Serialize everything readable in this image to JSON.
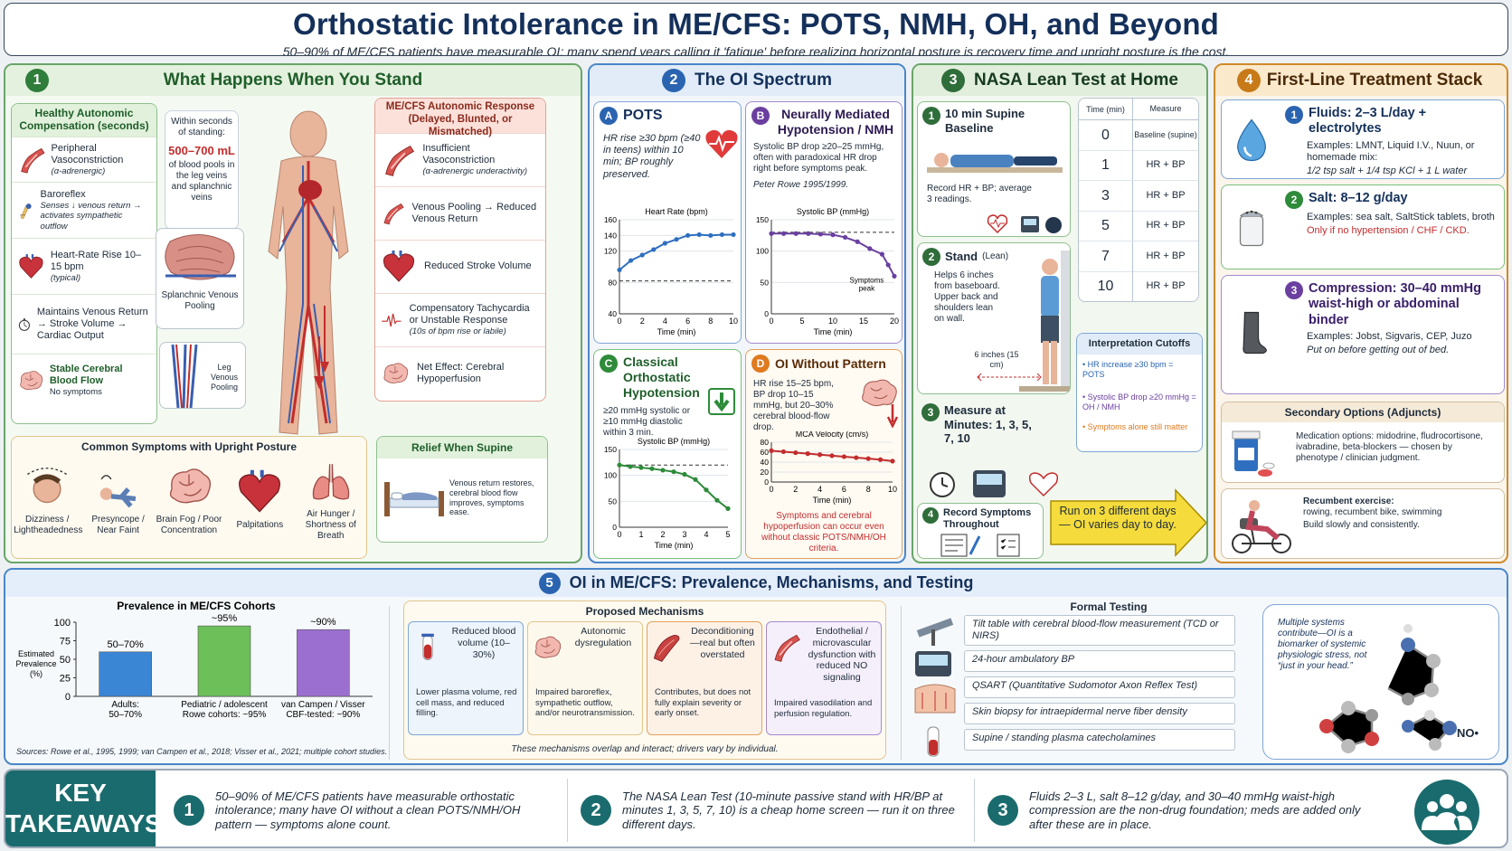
{
  "header": {
    "title": "Orthostatic Intolerance in ME/CFS: POTS, NMH, OH, and Beyond",
    "subtitle": "50–90% of ME/CFS patients have measurable OI; many spend years calling it 'fatigue' before realizing horizontal posture is recovery time and upright posture is the cost."
  },
  "p1": {
    "num": "1",
    "title": "What Happens When You Stand",
    "healthy_title": "Healthy Autonomic Compensation (seconds)",
    "healthy": [
      {
        "t": "Peripheral Vasoconstriction",
        "s": "(α-adrenergic)",
        "icon": "blood-vessel-icon"
      },
      {
        "t": "Baroreflex",
        "s": "Senses ↓ venous return → activates sympathetic outflow",
        "icon": "baroreceptor-icon"
      },
      {
        "t": "Heart-Rate Rise 10–15 bpm",
        "s": "(typical)",
        "icon": "heart-icon"
      },
      {
        "t": "Maintains Venous Return → Stroke Volume → Cardiac Output",
        "s": "",
        "icon": "stopwatch-icon"
      },
      {
        "t": "Stable Cerebral Blood Flow",
        "s": "No symptoms",
        "icon": "brain-icon"
      }
    ],
    "within_lead": "Within seconds of standing:",
    "within_amount": "500–700 mL",
    "within_rest": "of blood pools in the leg veins and splanchnic veins",
    "splanchnic": "Splanchnic Venous Pooling",
    "leg": "Leg Venous Pooling",
    "mecfs_title": "ME/CFS Autonomic Response (Delayed, Blunted, or Mismatched)",
    "mecfs": [
      {
        "t": "Insufficient Vasoconstriction",
        "s": "(α-adrenergic underactivity)",
        "icon": "constricted-vessel-icon"
      },
      {
        "t": "Venous Pooling → Reduced Venous Return",
        "s": "",
        "icon": "vein-icon"
      },
      {
        "t": "Reduced Stroke Volume",
        "s": "",
        "icon": "heart-icon"
      },
      {
        "t": "Compensatory Tachycardia or Unstable Response",
        "s": "(10s of bpm rise or labile)",
        "icon": "ecg-icon"
      },
      {
        "t": "Net Effect: Cerebral Hypoperfusion",
        "s": "",
        "icon": "brain-icon"
      }
    ],
    "symptoms_title": "Common Symptoms with Upright Posture",
    "symptoms": [
      {
        "t": "Dizziness / Lightheadedness",
        "icon": "dizzy-head-icon"
      },
      {
        "t": "Presyncope / Near Faint",
        "icon": "fainting-person-icon"
      },
      {
        "t": "Brain Fog / Poor Concentration",
        "icon": "brain-icon"
      },
      {
        "t": "Palpitations",
        "icon": "heart-icon"
      },
      {
        "t": "Air Hunger / Shortness of Breath",
        "icon": "lungs-icon"
      }
    ],
    "relief_title": "Relief When Supine",
    "relief_text": "Venous return restores, cerebral blood flow improves, symptoms ease."
  },
  "p2": {
    "num": "2",
    "title": "The OI Spectrum",
    "a": {
      "letter": "A",
      "title": "POTS",
      "text": "HR rise ≥30 bpm (≥40 in teens) within 10 min; BP roughly preserved."
    },
    "b": {
      "letter": "B",
      "title": "Neurally Mediated Hypotension / NMH",
      "text": "Systolic BP drop ≥20–25 mmHg, often with paradoxical HR drop right before symptoms peak.",
      "cite": "Peter Rowe 1995/1999."
    },
    "c": {
      "letter": "C",
      "title": "Classical Orthostatic Hypotension",
      "text": "≥20 mmHg systolic or ≥10 mmHg diastolic within 3 min."
    },
    "d": {
      "letter": "D",
      "title": "OI Without Pattern",
      "text": "HR rise 15–25 bpm, BP drop 10–15 mmHg, but 20–30% cerebral blood-flow drop.",
      "note": "Symptoms and cerebral hypoperfusion can occur even without classic POTS/NMH/OH criteria."
    }
  },
  "p3": {
    "num": "3",
    "title": "NASA Lean Test at Home",
    "steps": [
      {
        "n": "1",
        "t": "10 min Supine Baseline",
        "s": "Record HR + BP; average 3 readings."
      },
      {
        "n": "2",
        "t": "Stand",
        "tp": "(Lean)",
        "s": "Helps 6 inches from baseboard. Upper back and shoulders lean on wall.",
        "dist": "6 inches (15 cm)"
      },
      {
        "n": "3",
        "t": "Measure at Minutes: 1, 3, 5, 7, 10",
        "s": ""
      },
      {
        "n": "4",
        "t": "Record Symptoms Throughout",
        "s": ""
      }
    ],
    "table_head": [
      "Time (min)",
      "Measure"
    ],
    "table": [
      [
        "0",
        "Baseline (supine)"
      ],
      [
        "1",
        "HR + BP"
      ],
      [
        "3",
        "HR + BP"
      ],
      [
        "5",
        "HR + BP"
      ],
      [
        "7",
        "HR + BP"
      ],
      [
        "10",
        "HR + BP"
      ]
    ],
    "cut_title": "Interpretation Cutoffs",
    "cuts": [
      "HR increase ≥30 bpm = POTS",
      "Systolic BP drop ≥20 mmHg = OH / NMH",
      "Symptoms alone still matter"
    ],
    "arrow": "Run on 3 different days — OI varies day to day."
  },
  "p4": {
    "num": "4",
    "title": "First-Line Treatment Stack",
    "items": [
      {
        "n": "1",
        "t": "Fluids: 2–3 L/day + electrolytes",
        "s": "Examples: LMNT, Liquid I.V., Nuun, or homemade mix:",
        "s2": "1/2 tsp salt + 1/4 tsp KCl + 1 L water",
        "icon": "water-drop-icon"
      },
      {
        "n": "2",
        "t": "Salt: 8–12 g/day",
        "s": "Examples: sea salt, SaltStick tablets, broth",
        "s2": "Only if no hypertension / CHF / CKD.",
        "icon": "salt-shaker-icon"
      },
      {
        "n": "3",
        "t": "Compression: 30–40 mmHg waist-high or abdominal binder",
        "s": "Examples: Jobst, Sigvaris, CEP, Juzo",
        "s2": "Put on before getting out of bed.",
        "icon": "compression-stocking-icon"
      }
    ],
    "sec_title": "Secondary Options (Adjuncts)",
    "sec_text": "Medication options: midodrine, fludrocortisone, ivabradine, beta-blockers — chosen by phenotype / clinician judgment.",
    "ex_title": "Recumbent exercise:",
    "ex_text": "rowing, recumbent bike, swimming",
    "ex_text2": "Build slowly and consistently."
  },
  "p5": {
    "num": "5",
    "title": "OI in ME/CFS: Prevalence, Mechanisms, and Testing",
    "mech_title": "Proposed Mechanisms",
    "mechs": [
      {
        "t": "Reduced blood volume (10–30%)",
        "s": "Lower plasma volume, red cell mass, and reduced filling.",
        "icon": "blood-tube-icon"
      },
      {
        "t": "Autonomic dysregulation",
        "s": "Impaired baroreflex, sympathetic outflow, and/or neurotransmission.",
        "icon": "brain-nerve-icon"
      },
      {
        "t": "Deconditioning—real but often overstated",
        "s": "Contributes, but does not fully explain severity or early onset.",
        "icon": "muscle-icon"
      },
      {
        "t": "Endothelial / microvascular dysfunction with reduced NO signaling",
        "s": "Impaired vasodilation and perfusion regulation.",
        "icon": "vessel-icon"
      }
    ],
    "mech_note": "These mechanisms overlap and interact; drivers vary by individual.",
    "test_title": "Formal Testing",
    "tests": [
      "Tilt table with cerebral blood-flow measurement (TCD or NIRS)",
      "24-hour ambulatory BP",
      "QSART (Quantitative Sudomotor Axon Reflex Test)",
      "Skin biopsy for intraepidermal nerve fiber density",
      "Supine / standing plasma catecholamines"
    ],
    "multi": "Multiple systems contribute—OI is a biomarker of systemic physiologic stress, not “just in your head.”",
    "no_label": "NO•"
  },
  "key": {
    "title1": "KEY",
    "title2": "TAKEAWAYS",
    "items": [
      {
        "n": "1",
        "t": "50–90% of ME/CFS patients have measurable orthostatic intolerance; many have OI without a clean POTS/NMH/OH pattern — symptoms alone count."
      },
      {
        "n": "2",
        "t": "The NASA Lean Test (10-minute passive stand with HR/BP at minutes 1, 3, 5, 7, 10) is a cheap home screen — run it on three different days."
      },
      {
        "n": "3",
        "t": "Fluids 2–3 L, salt 8–12 g/day, and 30–40 mmHg waist-high compression are the non-drug foundation; meds are added only after these are in place."
      }
    ]
  },
  "chart_data": [
    {
      "type": "line",
      "title": "Heart Rate (bpm)",
      "xlabel": "Time (min)",
      "x": [
        0,
        1,
        2,
        3,
        4,
        5,
        6,
        7,
        8,
        9,
        10
      ],
      "values": [
        96,
        108,
        115,
        122,
        130,
        135,
        140,
        141,
        140,
        141,
        141
      ],
      "xlim": [
        0,
        10
      ],
      "ylim": [
        40,
        160
      ],
      "xticks": [
        0,
        2,
        4,
        6,
        8,
        10
      ],
      "yticks": [
        40,
        80,
        120,
        160
      ],
      "yticks_all": [
        40,
        80,
        120,
        140,
        160
      ],
      "ref": 82,
      "color": "#2f6fc0"
    },
    {
      "type": "line",
      "title": "Systolic BP (mmHg)",
      "xlabel": "Time (min)",
      "x": [
        0,
        2,
        4,
        6,
        8,
        10,
        12,
        14,
        16,
        18,
        19,
        20
      ],
      "values": [
        128,
        128,
        128,
        128,
        127,
        126,
        122,
        115,
        104,
        95,
        78,
        60
      ],
      "xlim": [
        0,
        20
      ],
      "ylim": [
        0,
        150
      ],
      "xticks": [
        0,
        5,
        10,
        15,
        20
      ],
      "yticks": [
        0,
        50,
        100,
        150
      ],
      "ref": 130,
      "annotation": "Symptoms peak",
      "color": "#6a3fa0"
    },
    {
      "type": "line",
      "title": "Systolic BP (mmHg)",
      "xlabel": "Time (min)",
      "x": [
        0,
        0.5,
        1,
        1.5,
        2,
        2.5,
        3,
        3.5,
        4,
        4.5,
        5
      ],
      "values": [
        120,
        117,
        115,
        113,
        110,
        107,
        102,
        92,
        72,
        52,
        36
      ],
      "xlim": [
        0,
        5
      ],
      "ylim": [
        0,
        150
      ],
      "xticks": [
        0,
        1,
        2,
        3,
        4,
        5
      ],
      "yticks": [
        0,
        50,
        100,
        150
      ],
      "ref": 120,
      "color": "#2e8b3a"
    },
    {
      "type": "line",
      "title": "MCA Velocity (cm/s)",
      "xlabel": "Time (min)",
      "x": [
        0,
        1,
        2,
        3,
        4,
        5,
        6,
        7,
        8,
        9,
        10
      ],
      "values": [
        63,
        61,
        59,
        57,
        55,
        53,
        51,
        49,
        47,
        45,
        42
      ],
      "xlim": [
        0,
        10
      ],
      "ylim": [
        0,
        80
      ],
      "xticks": [
        0,
        2,
        4,
        6,
        8,
        10
      ],
      "yticks": [
        0,
        20,
        40,
        60,
        80
      ],
      "color": "#c22d2d"
    },
    {
      "type": "bar",
      "title": "Prevalence in ME/CFS Cohorts",
      "ylabel": "Estimated Prevalence (%)",
      "ylim": [
        0,
        100
      ],
      "yticks": [
        0,
        25,
        50,
        75,
        100
      ],
      "categories": [
        "Adults: 50–70%",
        "Pediatric / adolescent Rowe cohorts: ~95%",
        "van Campen / Visser CBF-tested: ~90%"
      ],
      "labels": [
        "50–70%",
        "~95%",
        "~90%"
      ],
      "values": [
        60,
        95,
        90
      ],
      "colors": [
        "#3a86d4",
        "#6dbf5a",
        "#9b6fcf"
      ],
      "source": "Sources: Rowe et al., 1995, 1999; van Campen et al., 2018; Visser et al., 2021; multiple cohort studies."
    }
  ]
}
